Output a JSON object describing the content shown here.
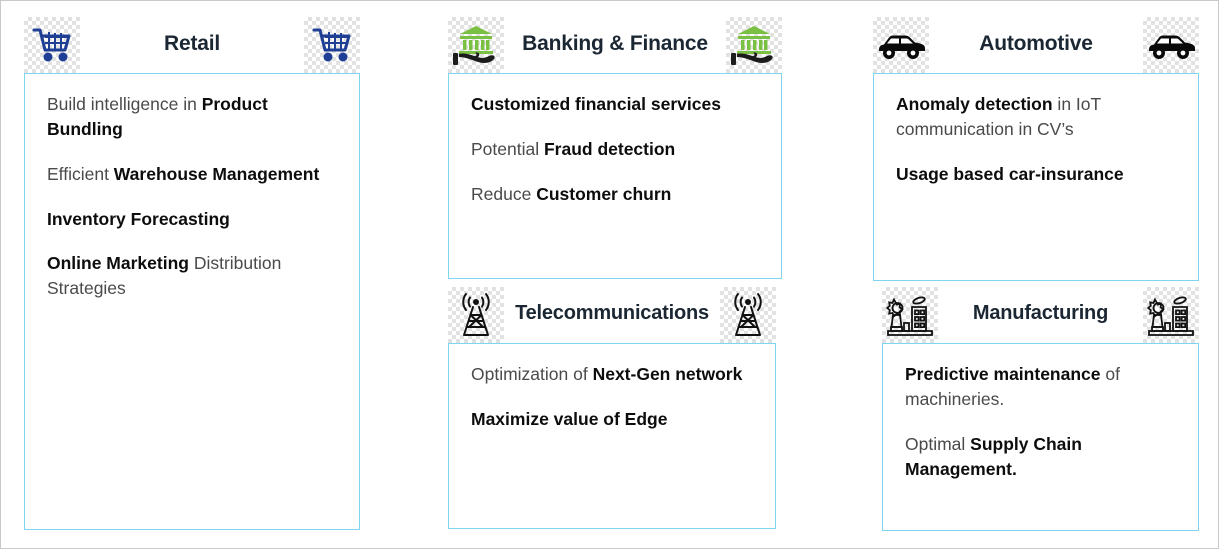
{
  "cards": [
    {
      "id": "retail",
      "title": "Retail",
      "icon": "shopping-cart-icon",
      "icon_color": "#1f3f95",
      "lines": [
        [
          {
            "t": "Build intelligence in ",
            "b": false
          },
          {
            "t": "Product Bundling",
            "b": true
          }
        ],
        [
          {
            "t": "Efficient  ",
            "b": false
          },
          {
            "t": "Warehouse Management",
            "b": true
          }
        ],
        [
          {
            "t": "Inventory Forecasting",
            "b": true
          }
        ],
        [
          {
            "t": "Online Marketing",
            "b": true
          },
          {
            "t": " Distribution Strategies",
            "b": false
          }
        ]
      ]
    },
    {
      "id": "banking",
      "title": "Banking & Finance",
      "icon": "bank-in-hand-icon",
      "icon_color": "#7ac143",
      "lines": [
        [
          {
            "t": "Customized financial services",
            "b": true
          }
        ],
        [
          {
            "t": "Potential ",
            "b": false
          },
          {
            "t": "Fraud detection",
            "b": true
          }
        ],
        [
          {
            "t": "Reduce ",
            "b": false
          },
          {
            "t": "Customer churn",
            "b": true
          }
        ]
      ]
    },
    {
      "id": "telecom",
      "title": "Telecommunications",
      "icon": "cell-tower-icon",
      "icon_color": "#111111",
      "lines": [
        [
          {
            "t": "Optimization of ",
            "b": false
          },
          {
            "t": "Next-Gen network",
            "b": true
          }
        ],
        [
          {
            "t": "Maximize value of Edge",
            "b": true
          }
        ]
      ]
    },
    {
      "id": "automotive",
      "title": "Automotive",
      "icon": "car-icon",
      "icon_color": "#0a0a0a",
      "lines": [
        [
          {
            "t": "Anomaly detection",
            "b": true
          },
          {
            "t": " in IoT communication in CV’s",
            "b": false
          }
        ],
        [
          {
            "t": "Usage based car-insurance",
            "b": true
          }
        ]
      ]
    },
    {
      "id": "manufacturing",
      "title": "Manufacturing",
      "icon": "factory-icon",
      "icon_color": "#111111",
      "lines": [
        [
          {
            "t": "Predictive maintenance",
            "b": true
          },
          {
            "t": " of machineries.",
            "b": false
          }
        ],
        [
          {
            "t": "Optimal ",
            "b": false
          },
          {
            "t": "Supply Chain Management.",
            "b": true
          }
        ]
      ]
    }
  ],
  "theme": {
    "card_border": "#7fd4ef",
    "title_color": "#1b2733",
    "body_text": "#4a4a4a",
    "bold_text": "#0d0d0d",
    "page_border": "#c9c9c9"
  }
}
